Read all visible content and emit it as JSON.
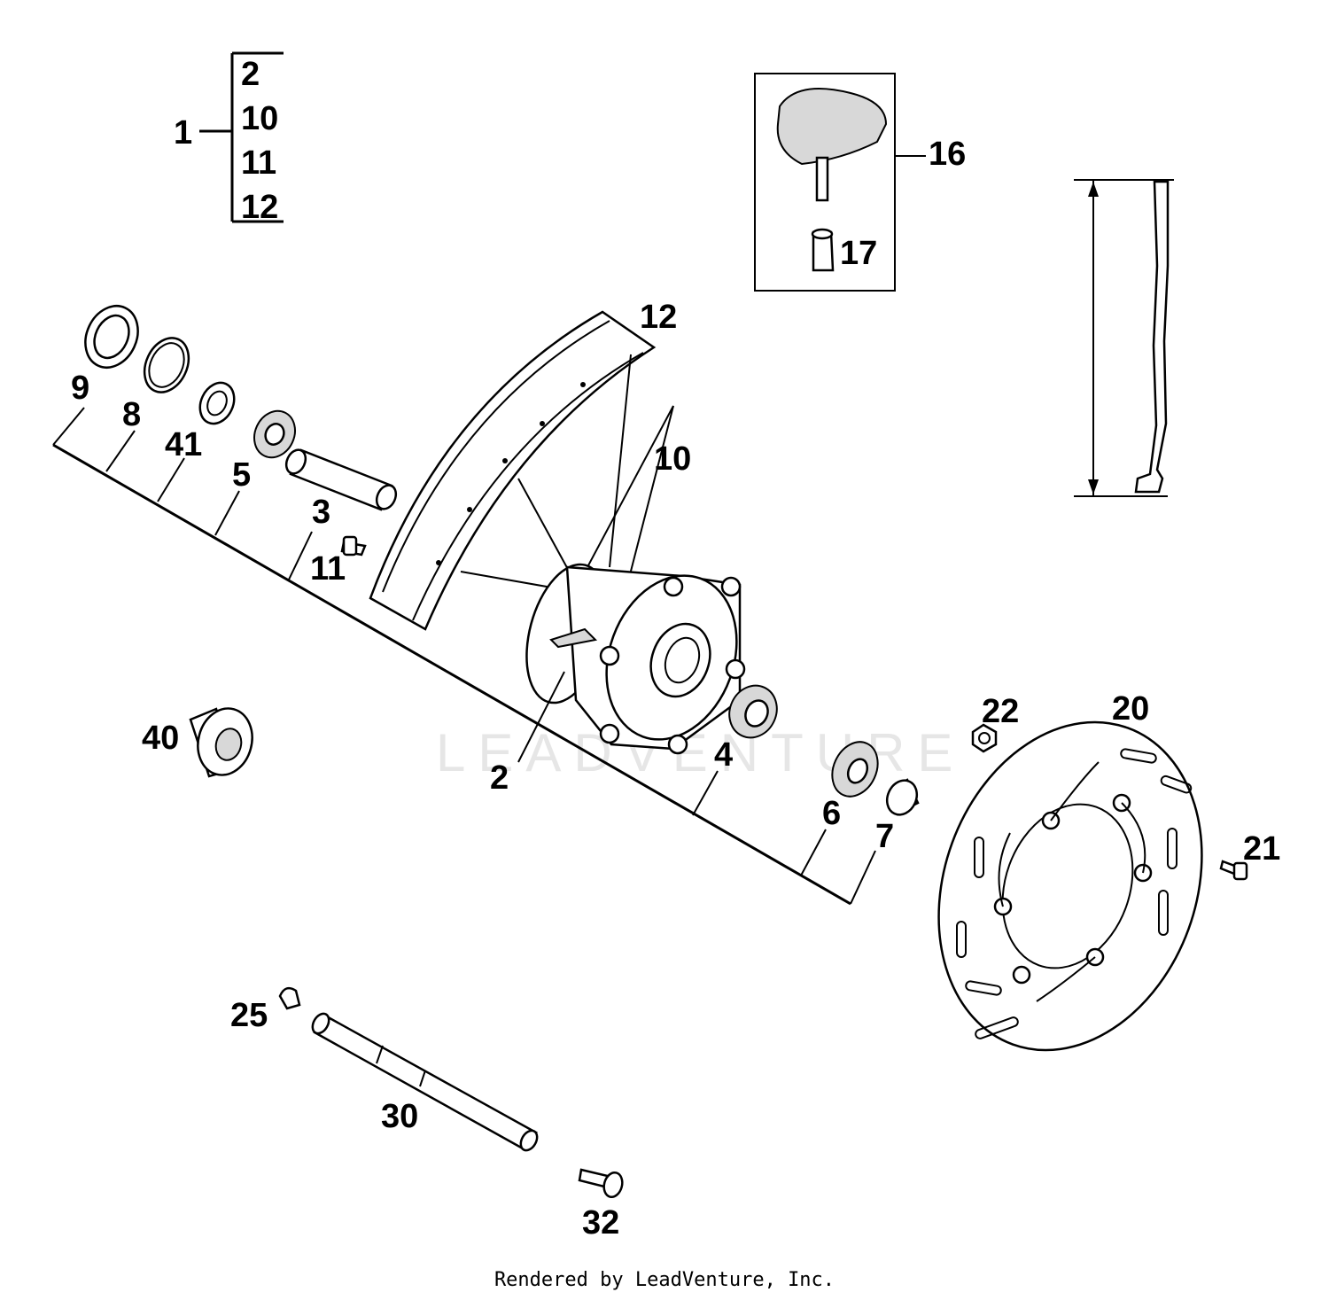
{
  "watermark": "LEADVENTURE",
  "footer": "Rendered by LeadVenture, Inc.",
  "kit": {
    "main": "1",
    "items": [
      "2",
      "10",
      "11",
      "12"
    ]
  },
  "callouts": {
    "c2": "2",
    "c3": "3",
    "c4": "4",
    "c5": "5",
    "c6": "6",
    "c7": "7",
    "c8": "8",
    "c9": "9",
    "c10": "10",
    "c11": "11",
    "c12": "12",
    "c16": "16",
    "c17": "17",
    "c20": "20",
    "c21": "21",
    "c22": "22",
    "c25": "25",
    "c30": "30",
    "c32": "32",
    "c40": "40",
    "c41": "41"
  }
}
